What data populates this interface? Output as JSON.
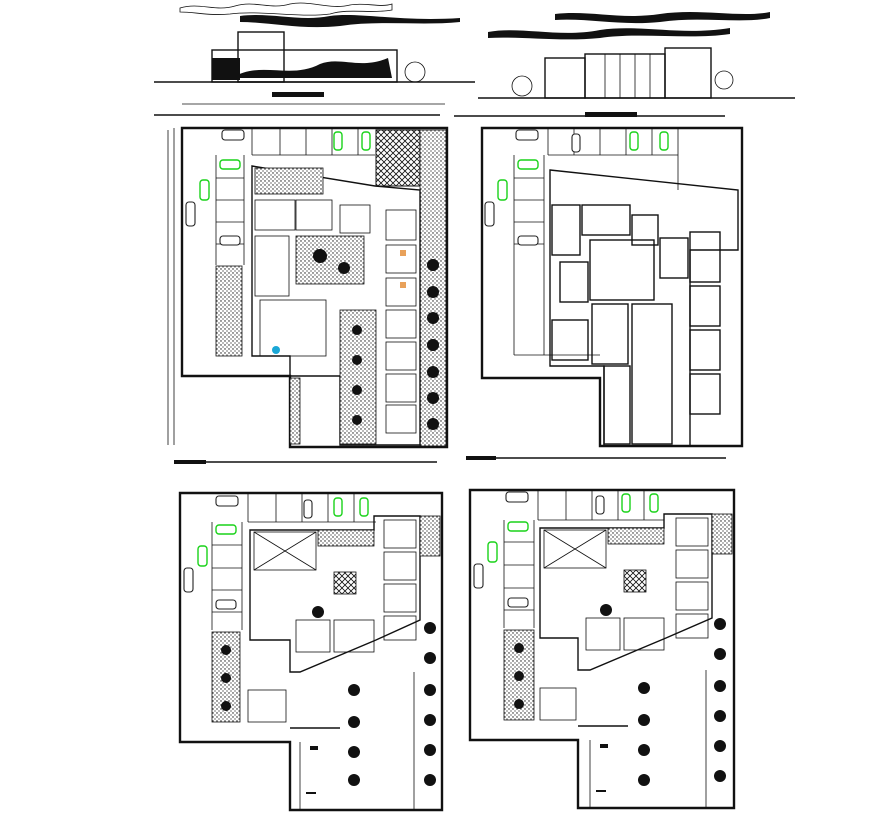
{
  "drawing": {
    "views": [
      {
        "id": "elevation-left",
        "kind": "elevation"
      },
      {
        "id": "elevation-right",
        "kind": "elevation"
      },
      {
        "id": "plan-ground",
        "kind": "plan"
      },
      {
        "id": "plan-structure",
        "kind": "plan"
      },
      {
        "id": "plan-first",
        "kind": "plan"
      },
      {
        "id": "plan-second",
        "kind": "plan"
      }
    ],
    "colors": {
      "lines": "#111111",
      "background": "#ffffff",
      "highlight_car": "#19d219",
      "accent_blue": "#1aa7d6",
      "accent_orange": "#e8a15a"
    }
  }
}
